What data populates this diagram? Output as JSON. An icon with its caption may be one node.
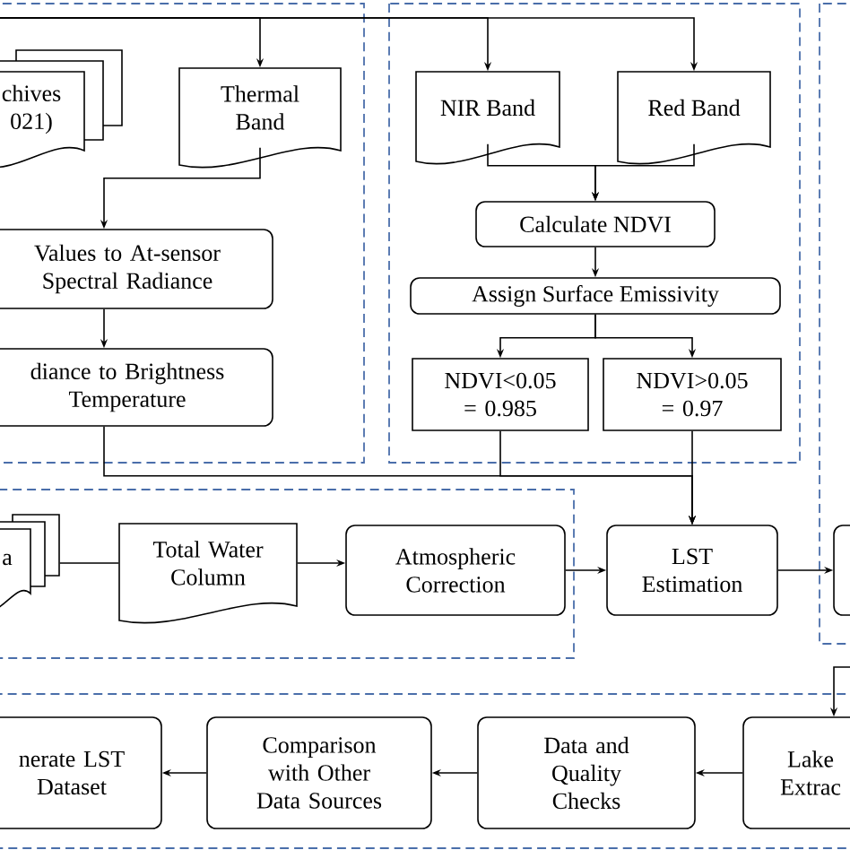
{
  "diagram": {
    "nodes": [
      {
        "text": [
          "chives 021)"
        ]
      },
      {
        "text": [
          "Thermal Band"
        ]
      },
      {
        "text": [
          "NIR Band"
        ]
      },
      {
        "text": [
          "Red Band"
        ]
      },
      {
        "text": [
          "Values to At-sensor Spectral Radiance"
        ]
      },
      {
        "text": [
          "diance to Brightness Temperature"
        ]
      },
      {
        "text": [
          "Calculate NDVI"
        ]
      },
      {
        "text": [
          "Assign Surface Emissivity"
        ]
      },
      {
        "text": [
          "NDVI<0.05 = 0.985"
        ]
      },
      {
        "text": [
          "NDVI>0.05 = 0.97"
        ]
      },
      {
        "text": [
          "a"
        ]
      },
      {
        "text": [
          "Total Water Column"
        ]
      },
      {
        "text": [
          "Atmospheric Correction"
        ]
      },
      {
        "text": [
          "LST Estimation"
        ]
      },
      {
        "text": [],
        "shape": "box"
      },
      {
        "text": [
          "Lake Extrac"
        ]
      },
      {
        "text": [
          "Data and Quality Checks"
        ]
      },
      {
        "text": [
          "Comparison with Other Data Sources"
        ]
      },
      {
        "text": [
          "nerate LST Dataset"
        ]
      }
    ],
    "edges": [
      {
        "from": null,
        "to": 1,
        "arrow": "to"
      },
      {
        "from": null,
        "to": 2,
        "arrow": "to"
      },
      {
        "from": null,
        "to": 3,
        "arrow": "to"
      },
      {
        "from": 1,
        "to": 4,
        "arrow": "to"
      },
      {
        "from": 4,
        "to": 5,
        "arrow": "to"
      },
      {
        "from": 2,
        "to": 6,
        "arrow": "to"
      },
      {
        "from": 3,
        "to": 6,
        "arrow": "to"
      },
      {
        "from": 6,
        "to": 7,
        "arrow": "to"
      },
      {
        "from": 7,
        "to": 8,
        "arrow": "to"
      },
      {
        "from": 7,
        "to": 9,
        "arrow": "to"
      },
      {
        "from": 5,
        "to": 13,
        "arrow": "to"
      },
      {
        "from": 8,
        "to": 13,
        "arrow": "to"
      },
      {
        "from": 9,
        "to": 13,
        "arrow": "to"
      },
      {
        "from": 10,
        "to": 11,
        "arrow": "none"
      },
      {
        "from": 11,
        "to": 12,
        "arrow": "to"
      },
      {
        "from": 12,
        "to": 13,
        "arrow": "to"
      },
      {
        "from": 13,
        "to": 14,
        "arrow": "to"
      },
      {
        "from": null,
        "to": 15,
        "arrow": "to"
      },
      {
        "from": 15,
        "to": 16,
        "arrow": "to"
      },
      {
        "from": 16,
        "to": 17,
        "arrow": "to"
      },
      {
        "from": 17,
        "to": 18,
        "arrow": "to"
      }
    ]
  }
}
